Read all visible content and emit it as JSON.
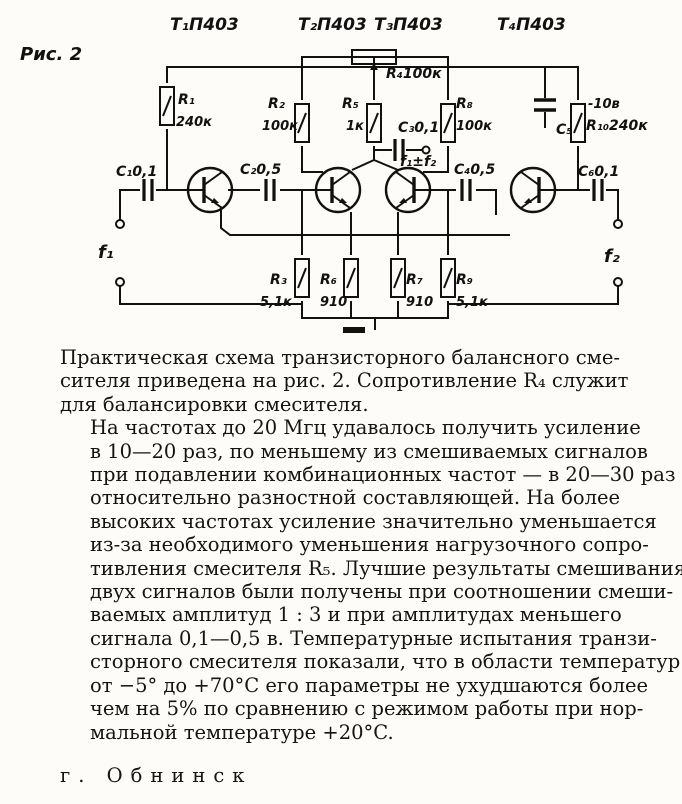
{
  "figure": {
    "caption": "Рис. 2",
    "transistors": [
      "Т₁П403",
      "Т₂П403",
      "Т₃П403",
      "Т₄П403"
    ],
    "components": {
      "R1": "R₁",
      "R1v": "240к",
      "R2": "R₂",
      "R2v": "100к",
      "R3": "R₃",
      "R3v": "5,1к",
      "R4": "R₄100к",
      "R5": "R₅",
      "R5v": "1к",
      "R6": "R₆",
      "R6v": "910",
      "R7": "R₇",
      "R7v": "910",
      "R8": "R₈",
      "R8v": "100к",
      "R9": "R₉",
      "R9v": "5,1к",
      "R10": "R₁₀240к",
      "C1": "C₁0,1",
      "C2": "C₂0,5",
      "C3": "C₃0,1",
      "C4": "C₄0,5",
      "C5": "C₅",
      "C6": "C₆0,1",
      "supply": "-10в",
      "f1": "f₁",
      "f2": "f₂",
      "fout": "f₁±f₂"
    }
  },
  "text": {
    "p1": [
      "Практическая схема транзисторного балансного сме-",
      "сителя приведена на рис. 2. Сопротивление R₄ служит",
      "для балансировки смесителя."
    ],
    "p2": [
      "На частотах до 20 Мгц удавалось получить усиление",
      "в 10—20 раз, по меньшему из смешиваемых сигналов",
      "при подавлении комбинационных частот — в 20—30 раз",
      "относительно разностной составляющей. На более",
      "высоких частотах усиление значительно уменьшается",
      "из-за необходимого уменьшения нагрузочного сопро-",
      "тивления смесителя R₅. Лучшие результаты смешивания",
      "двух сигналов были получены при соотношении смеши-",
      "ваемых амплитуд 1 : 3 и при амплитудах меньшего",
      "сигнала 0,1—0,5 в. Температурные испытания транзи-",
      "сторного смесителя показали, что в области температур",
      "от −5° до +70°C его параметры не ухудшаются более",
      "чем на 5% по сравнению с режимом работы при нор-",
      "мальной температуре +20°C."
    ],
    "signature": "г. Обнинск"
  }
}
